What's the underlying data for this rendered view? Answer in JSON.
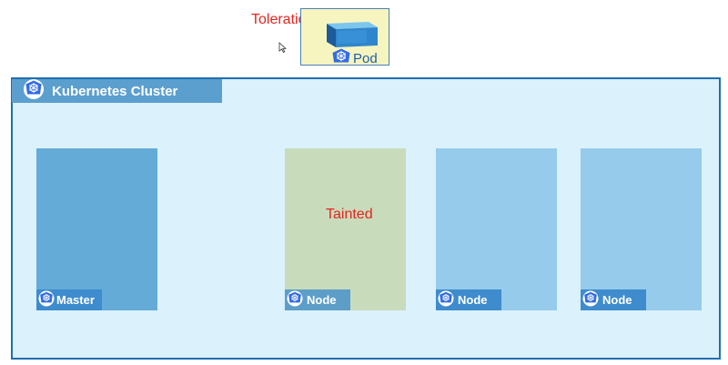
{
  "pod": {
    "toleration_label": "Toleration",
    "label": "Pod"
  },
  "cluster": {
    "title": "Kubernetes Cluster"
  },
  "nodes": [
    {
      "label": "Master",
      "status": ""
    },
    {
      "label": "Node",
      "status": "Tainted"
    },
    {
      "label": "Node",
      "status": ""
    },
    {
      "label": "Node",
      "status": ""
    }
  ],
  "colors": {
    "cluster_bg": "#dbf1fc",
    "cluster_border": "#1f6fb0",
    "master": "#64abd8",
    "tainted_node": "#c8dcbc",
    "node": "#96cbec",
    "label_bg": "#3e8ccd",
    "pod_bg": "#f7f5bf",
    "text_red": "#e0261f"
  },
  "icons": {
    "cluster": "kubernetes-wheel-icon",
    "pod": "pod-cube-icon"
  }
}
